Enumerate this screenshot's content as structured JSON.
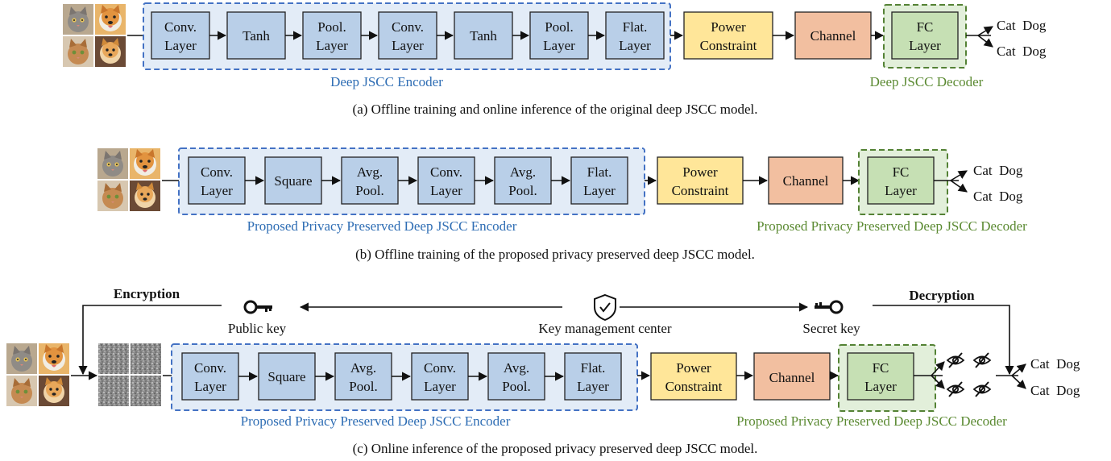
{
  "diagram_a": {
    "blocks": [
      "Conv.\nLayer",
      "Tanh",
      "Pool.\nLayer",
      "Conv.\nLayer",
      "Tanh",
      "Pool.\nLayer",
      "Flat.\nLayer"
    ],
    "power": "Power\nConstraint",
    "channel": "Channel",
    "fc": "FC\nLayer",
    "out_1": "Cat  Dog",
    "out_2": "Cat  Dog",
    "encoder_label": "Deep JSCC Encoder",
    "decoder_label": "Deep JSCC Decoder",
    "caption": "(a) Offline training and online inference of the original deep JSCC model."
  },
  "diagram_b": {
    "blocks": [
      "Conv.\nLayer",
      "Square",
      "Avg.\nPool.",
      "Conv.\nLayer",
      "Avg.\nPool.",
      "Flat.\nLayer"
    ],
    "power": "Power\nConstraint",
    "channel": "Channel",
    "fc": "FC\nLayer",
    "out_1": "Cat  Dog",
    "out_2": "Cat  Dog",
    "encoder_label": "Proposed Privacy Preserved Deep JSCC Encoder",
    "decoder_label": "Proposed Privacy Preserved Deep JSCC Decoder",
    "caption": "(b) Offline training of the proposed privacy preserved deep JSCC model."
  },
  "diagram_c": {
    "encryption": "Encryption",
    "decryption": "Decryption",
    "public_key": "Public key",
    "key_center": "Key management center",
    "secret_key": "Secret key",
    "blocks": [
      "Conv.\nLayer",
      "Square",
      "Avg.\nPool.",
      "Conv.\nLayer",
      "Avg.\nPool.",
      "Flat.\nLayer"
    ],
    "power": "Power\nConstraint",
    "channel": "Channel",
    "fc": "FC\nLayer",
    "out_1": "Cat  Dog",
    "out_2": "Cat  Dog",
    "encoder_label": "Proposed Privacy Preserved Deep JSCC Encoder",
    "decoder_label": "Proposed Privacy Preserved Deep JSCC Decoder",
    "caption": "(c) Online inference of the proposed privacy preserved deep JSCC model."
  },
  "icons": [
    "pet-images",
    "encrypted-noise-images",
    "key-icon",
    "shield-check-icon",
    "eye-slash-icon"
  ],
  "colors": {
    "layer_blue": "#b9cfe8",
    "power_yellow": "#ffe699",
    "channel_orange": "#f2bfa0",
    "fc_green": "#c6e0b4",
    "encoder_border": "#4472c4",
    "decoder_border": "#548235"
  }
}
